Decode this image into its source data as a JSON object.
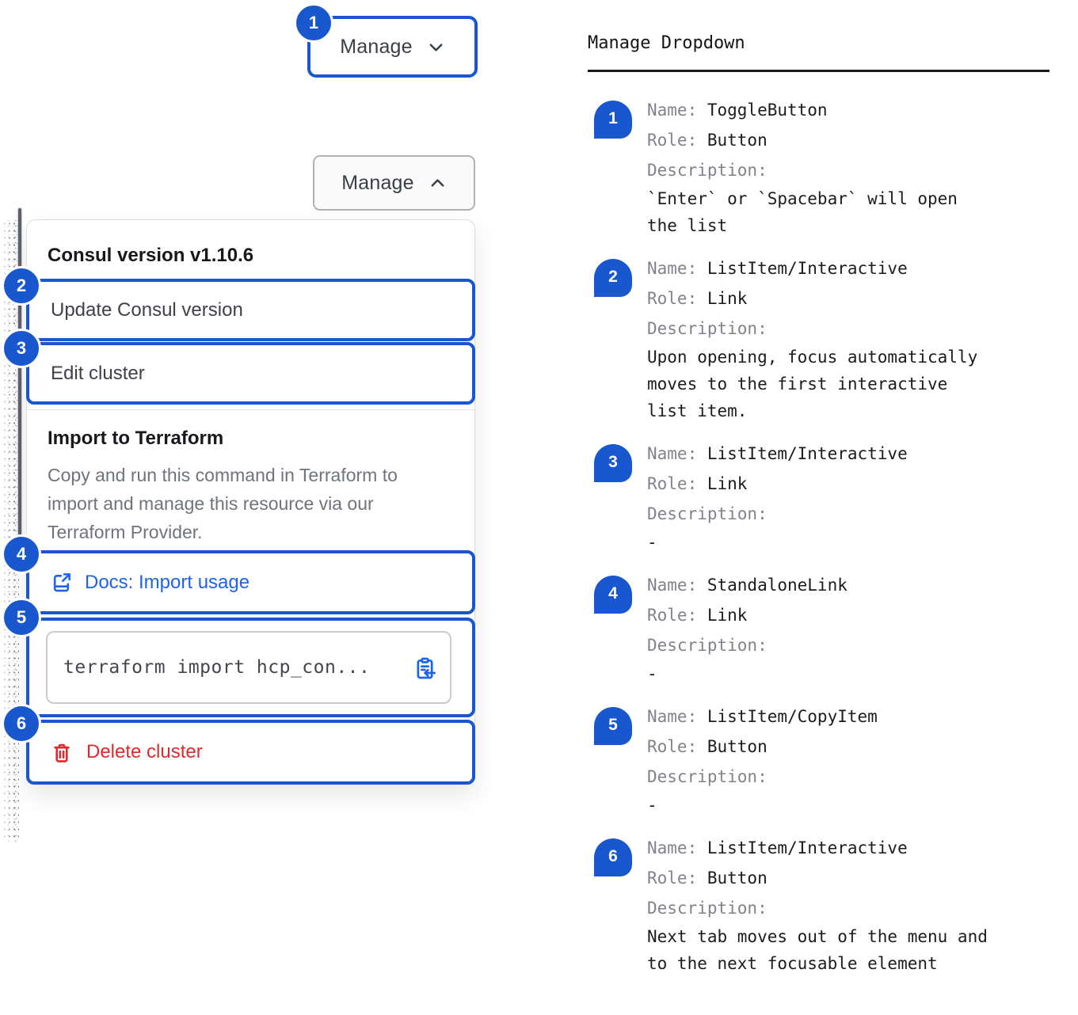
{
  "colors": {
    "accent_blue": "#1957CE",
    "link_blue": "#1C64E8",
    "danger_red": "#DC2B2E",
    "text_dark": "#3A3E45",
    "text_black": "#17181B",
    "text_gray": "#6F737B",
    "legend_label_gray": "#808389"
  },
  "toggle_button": {
    "label": "Manage",
    "badge": "1"
  },
  "open_button": {
    "label": "Manage"
  },
  "dropdown": {
    "header": "Consul version v1.10.6",
    "items": [
      {
        "num": "2",
        "label": "Update Consul version"
      },
      {
        "num": "3",
        "label": "Edit cluster"
      }
    ],
    "import_section": {
      "title": "Import to Terraform",
      "description": "Copy and run this command in Terraform to import and manage this resource via our Terraform Provider.",
      "docs_link": {
        "num": "4",
        "label": "Docs: Import usage"
      },
      "copy_item": {
        "num": "5",
        "code": "terraform import hcp_con..."
      },
      "delete_item": {
        "num": "6",
        "label": "Delete cluster"
      }
    }
  },
  "legend": {
    "title": "Manage Dropdown",
    "name_label": "Name:",
    "role_label": "Role:",
    "description_label": "Description:",
    "items": [
      {
        "num": "1",
        "name": "ToggleButton",
        "role": "Button",
        "description": "`Enter` or `Spacebar` will open the list"
      },
      {
        "num": "2",
        "name": "ListItem/Interactive",
        "role": "Link",
        "description": "Upon opening, focus automatically moves to the first interactive list item."
      },
      {
        "num": "3",
        "name": "ListItem/Interactive",
        "role": "Link",
        "description": "-"
      },
      {
        "num": "4",
        "name": "StandaloneLink",
        "role": "Link",
        "description": "-"
      },
      {
        "num": "5",
        "name": "ListItem/CopyItem",
        "role": "Button",
        "description": "-"
      },
      {
        "num": "6",
        "name": "ListItem/Interactive",
        "role": "Button",
        "description": "Next tab moves out of the menu and to the next focusable element"
      }
    ]
  }
}
